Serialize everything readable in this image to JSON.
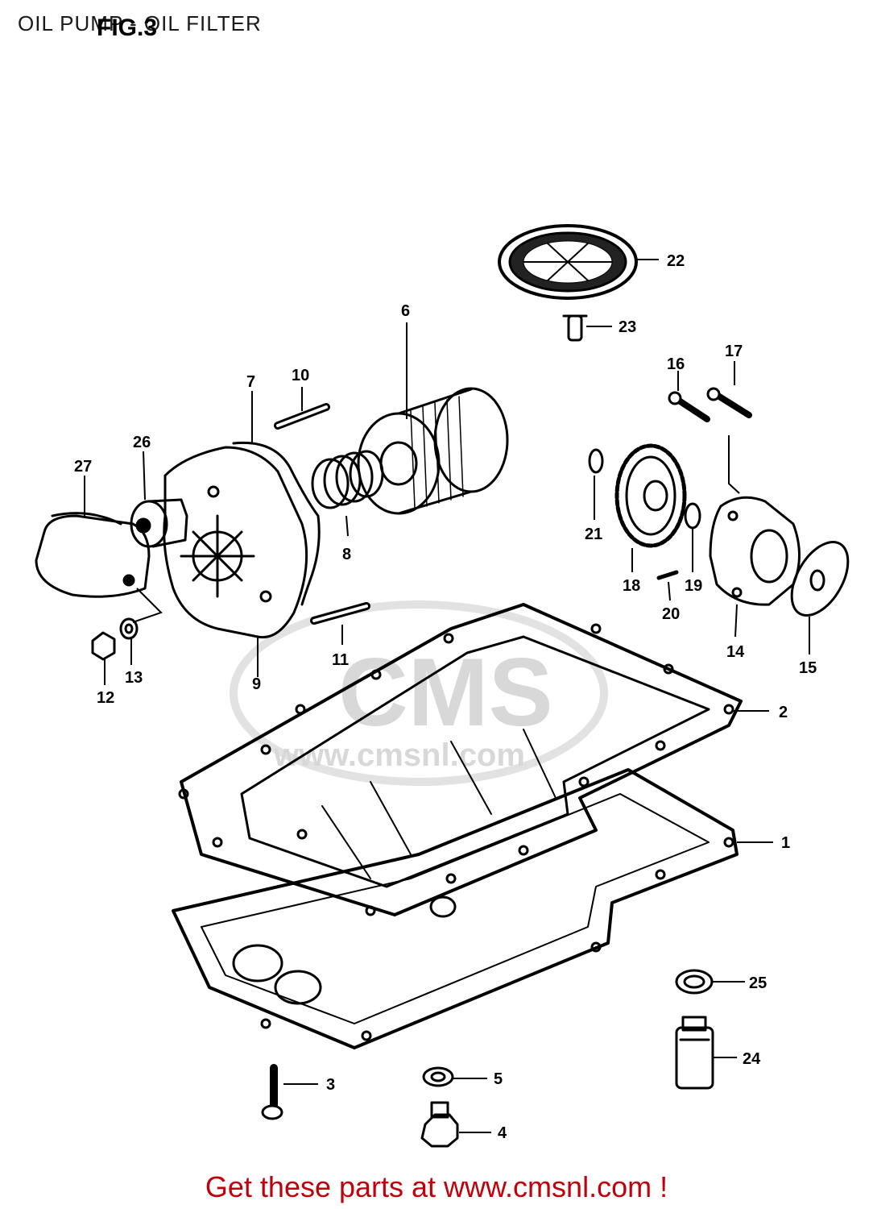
{
  "header": {
    "title": "OIL PUMP - OIL FILTER",
    "fig_label": "FIG.3"
  },
  "watermark": {
    "logo_text": "CMS",
    "url_text": "www.cmsnl.com"
  },
  "callouts": {
    "c1": "1",
    "c2": "2",
    "c3": "3",
    "c4": "4",
    "c5": "5",
    "c6": "6",
    "c7": "7",
    "c8": "8",
    "c9": "9",
    "c10": "10",
    "c11": "11",
    "c12": "12",
    "c13": "13",
    "c14": "14",
    "c15": "15",
    "c16": "16",
    "c17": "17",
    "c18": "18",
    "c19": "19",
    "c20": "20",
    "c21": "21",
    "c22": "22",
    "c23": "23",
    "c24": "24",
    "c25": "25",
    "c26": "26",
    "c27": "27"
  },
  "footer": {
    "link_text": "Get these parts at www.cmsnl.com !"
  },
  "colors": {
    "line": "#000000",
    "link": "#c0000a",
    "watermark": "#d8d8d8"
  }
}
